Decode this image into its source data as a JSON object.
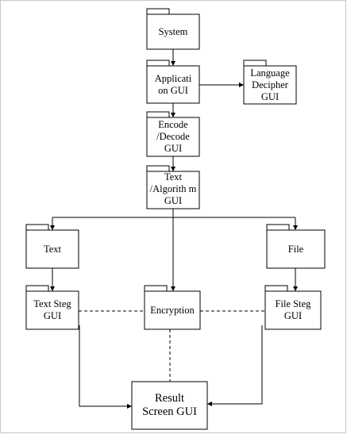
{
  "nodes": {
    "system": "System",
    "application_gui": "Applicati on GUI",
    "language_decipher_gui": "Language Decipher GUI",
    "encode_decode_gui": "Encode /Decode GUI",
    "text_algorithm_gui": "Text /Algorith m GUI",
    "text": "Text",
    "file": "File",
    "text_steg_gui": "Text Steg GUI",
    "encryption": "Encryption",
    "file_steg_gui": "File Steg GUI",
    "result_screen_gui": "Result Screen GUI"
  },
  "colors": {
    "line": "#000000",
    "box_border": "#000000",
    "background": "#ffffff",
    "frame": "#c8c8c8"
  }
}
